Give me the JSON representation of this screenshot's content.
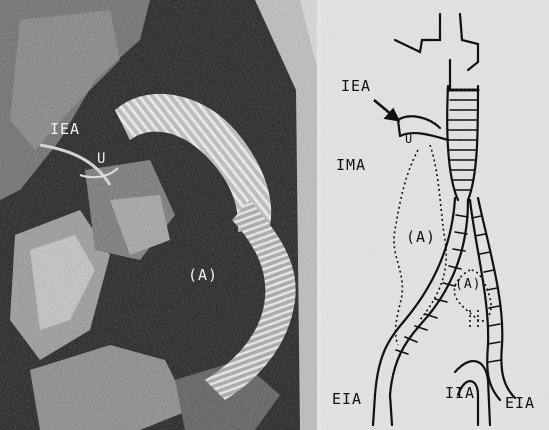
{
  "figure": {
    "photo": {
      "labels": {
        "iea": "IEA",
        "u": "U",
        "a": "(A)"
      }
    },
    "diagram": {
      "labels": {
        "iea": "IEA",
        "ima": "IMA",
        "a_upper": "(A)",
        "a_lower": "(A)",
        "eia_left": "EIA",
        "iia": "IIA",
        "eia_right": "EIA",
        "u": "U"
      }
    },
    "colors": {
      "photo_dark": "#1c1c1c",
      "graft": "#cfcfcf",
      "paper": "#e3e3e3",
      "ink": "#111111"
    }
  }
}
